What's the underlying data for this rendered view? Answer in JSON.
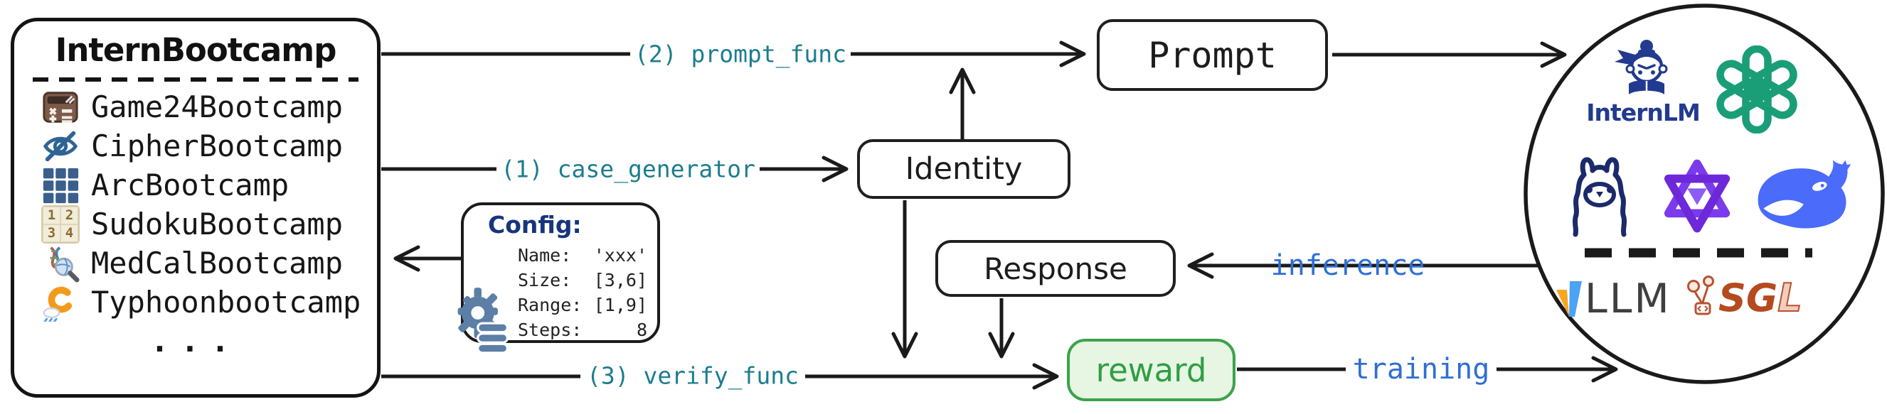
{
  "bootcamp_panel": {
    "title": "InternBootcamp",
    "ellipsis": "...",
    "items": [
      {
        "label": "Game24Bootcamp",
        "icon": "calculator-icon"
      },
      {
        "label": "CipherBootcamp",
        "icon": "eye-slash-icon"
      },
      {
        "label": "ArcBootcamp",
        "icon": "grid-icon"
      },
      {
        "label": "SudokuBootcamp",
        "icon": "sudoku-icon"
      },
      {
        "label": "MedCalBootcamp",
        "icon": "dna-magnifier-icon"
      },
      {
        "label": "Typhoonbootcamp",
        "icon": "typhoon-icon"
      }
    ],
    "sudoku_numbers": [
      "1",
      "2",
      "3",
      "4"
    ]
  },
  "config_panel": {
    "title": "Config:",
    "icon": "gear-icon",
    "rows": [
      {
        "key": "Name:",
        "value": "'xxx'"
      },
      {
        "key": "Size:",
        "value": "[3,6]"
      },
      {
        "key": "Range:",
        "value": "[1,9]"
      },
      {
        "key": "Steps:",
        "value": "8"
      }
    ]
  },
  "nodes": {
    "identity": "Identity",
    "prompt": "Prompt",
    "response": "Response",
    "reward": "reward"
  },
  "edges": {
    "prompt_func": "(2) prompt_func",
    "case_generator": "(1) case_generator",
    "verify_func": "(3) verify_func",
    "inference": "inference",
    "training": "training"
  },
  "models_circle": {
    "internlm_label": "InternLM",
    "vllm_label": "LLM",
    "sgl_label_main": "SG",
    "sgl_label_accent": "L",
    "logos": [
      "internlm-logo",
      "openai-logo",
      "llama-logo",
      "qwen-logo",
      "deepseek-whale-logo",
      "vllm-logo",
      "sglang-logo"
    ]
  },
  "colors": {
    "ink": "#1a1a1a",
    "func_label_teal": "#1b7d8e",
    "flow_label_blue": "#2f6fd3",
    "config_title_navy": "#16357e",
    "reward_green": "#2f9e44",
    "reward_bg": "#e7f5e3",
    "reward_border": "#3da24c",
    "gear_steel_blue": "#5b7fa6",
    "internlm_navy": "#223a8f",
    "openai_green": "#1a9e78",
    "llama_navy": "#1b2a6b",
    "qwen_purple": "#7c3aed",
    "deepseek_blue": "#4b6bfb",
    "vllm_yellow": "#f5a623",
    "vllm_blue": "#4aa3f5",
    "sgl_red": "#b54a1f"
  }
}
